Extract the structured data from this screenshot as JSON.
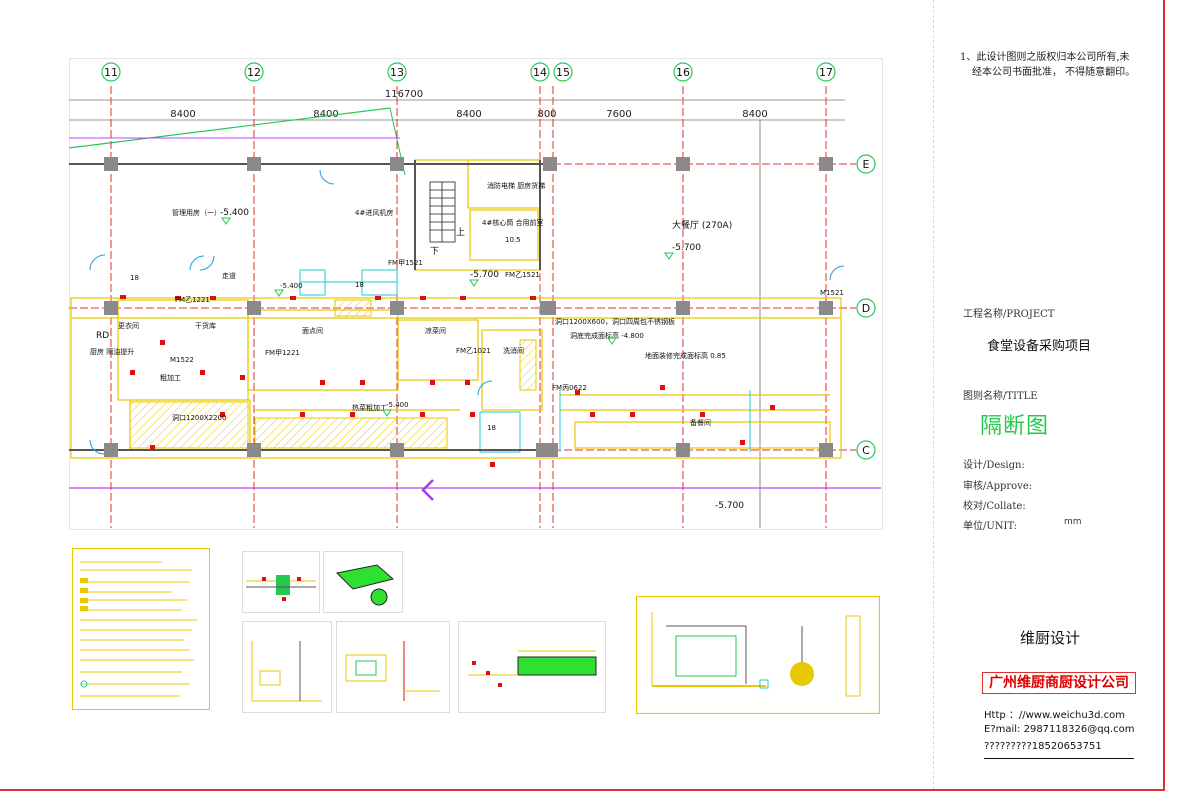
{
  "plan": {
    "grid_labels": [
      "11",
      "12",
      "13",
      "14",
      "15",
      "16",
      "17"
    ],
    "row_labels": [
      "E",
      "D",
      "C"
    ],
    "total_dimension": "116700",
    "bay_dimensions": [
      "8400",
      "8400",
      "8400",
      "800",
      "7600",
      "8400"
    ],
    "rooms": [
      {
        "name": "管理用房（一）",
        "level": "-5.400"
      },
      {
        "name": "4#进风机房",
        "level": ""
      },
      {
        "name": "消防电梯\n厨房货梯",
        "level": ""
      },
      {
        "name": "4#核心筒\n合用前室",
        "level": "10.5"
      },
      {
        "name": "大餐厅\n(270A)",
        "level": "-5.700"
      },
      {
        "name": "走道",
        "level": "-5.400"
      },
      {
        "name": "更衣间",
        "level": ""
      },
      {
        "name": "干货库",
        "level": ""
      },
      {
        "name": "面点间",
        "level": ""
      },
      {
        "name": "凉菜间",
        "level": ""
      },
      {
        "name": "洗消间",
        "level": ""
      },
      {
        "name": "备餐间",
        "level": ""
      },
      {
        "name": "粗加工",
        "level": ""
      },
      {
        "name": "热菜粗加工",
        "level": "-5.400"
      },
      {
        "name": "厨房\n隔油提升",
        "level": ""
      },
      {
        "name": "RD",
        "level": ""
      }
    ],
    "annotations": [
      "洞口1200X600，洞口四周包不锈钢板",
      "洞底完成面标高 -4.800",
      "地面装修完成面标高 0.85",
      "洞口1200X2200",
      "-5.700",
      "-5.700",
      "18",
      "18",
      "18",
      "FM甲1521",
      "FM乙1521",
      "M1521",
      "M1522",
      "FM甲1221",
      "FM乙1221",
      "FM乙1021",
      "FM丙0622",
      "上",
      "下"
    ]
  },
  "notes": {
    "line1": "1、此设计图则之版权归本公司所有,未",
    "line2": "经本公司书面批准， 不得随意翻印。"
  },
  "title_block": {
    "project_label": "工程名称/PROJECT",
    "project_name": "食堂设备采购项目",
    "title_label": "图则名称/TITLE",
    "title_name": "隔断图",
    "design_label": "设计/Design:",
    "approve_label": "审核/Approve:",
    "collate_label": "校对/Collate:",
    "unit_label": "单位/UNIT:",
    "unit_value": "mm",
    "company_short": "维厨设计",
    "company_full": "广州维厨商厨设计公司",
    "http": "Http ：//www.weichu3d.com",
    "email": "E?mail: 2987118326@qq.com",
    "phone": "?????????18520653751"
  },
  "nav": {
    "back_icon": "chevron-left-icon"
  },
  "colors": {
    "border": "#e03030",
    "grid_red": "#e03030",
    "wall_yellow": "#e8c800",
    "title_green": "#27c850",
    "accent_magenta": "#c040ff"
  }
}
